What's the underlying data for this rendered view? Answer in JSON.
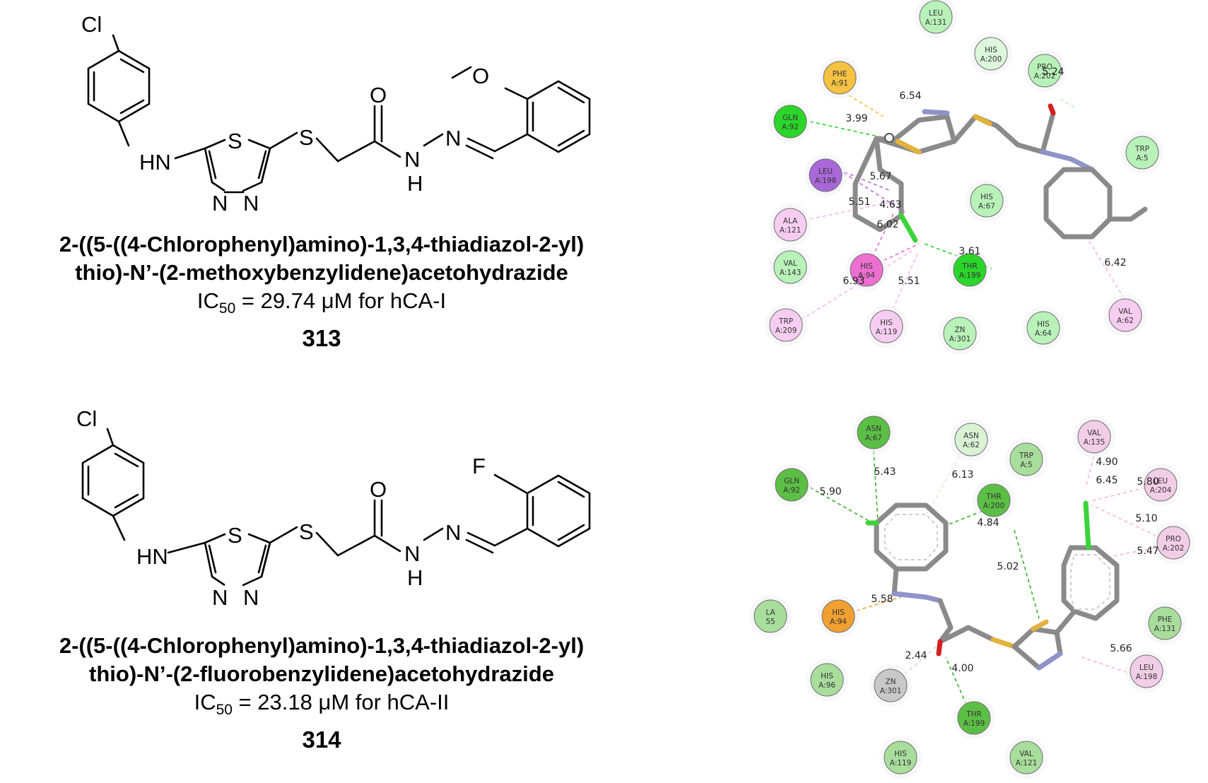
{
  "compounds": [
    {
      "name_line1": "2-((5-((4-Chlorophenyl)amino)-1,3,4-thiadiazol-2-yl)",
      "name_line2": "thio)-N’-(2-methoxybenzylidene)acetohydrazide",
      "ic_prefix": "IC",
      "ic_sub": "50",
      "ic_text": " = 29.74 μM for hCA-I",
      "number": "313",
      "atoms": {
        "cl": "Cl",
        "hn": "HN",
        "s_ring": "S",
        "n1": "N",
        "n2": "N",
        "s_link": "S",
        "o": "O",
        "nh_n": "N",
        "nh_h": "H",
        "n_im": "N",
        "subst": "O"
      }
    },
    {
      "name_line1": "2-((5-((4-Chlorophenyl)amino)-1,3,4-thiadiazol-2-yl)",
      "name_line2": "thio)-N’-(2-fluorobenzylidene)acetohydrazide",
      "ic_prefix": "IC",
      "ic_sub": "50",
      "ic_text": " = 23.18 μM for hCA-II",
      "number": "314",
      "atoms": {
        "cl": "Cl",
        "hn": "HN",
        "s_ring": "S",
        "n1": "N",
        "n2": "N",
        "s_link": "S",
        "o": "O",
        "nh_n": "N",
        "nh_h": "H",
        "n_im": "N",
        "subst": "F"
      }
    }
  ],
  "interaction_diagrams": [
    {
      "residues": [
        {
          "l1": "LEU",
          "l2": "A:131",
          "color": "#b9f2b9"
        },
        {
          "l1": "HIS",
          "l2": "A:200",
          "color": "#dcf7dc"
        },
        {
          "l1": "PRO",
          "l2": "A:202",
          "color": "#b9f2b9"
        },
        {
          "l1": "PHE",
          "l2": "A:91",
          "color": "#f5c242"
        },
        {
          "l1": "GLN",
          "l2": "A:92",
          "color": "#2bd62b"
        },
        {
          "l1": "TRP",
          "l2": "A:5",
          "color": "#b9f2b9"
        },
        {
          "l1": "LEU",
          "l2": "A:198",
          "color": "#a868d8"
        },
        {
          "l1": "HIS",
          "l2": "A:67",
          "color": "#b9f2b9"
        },
        {
          "l1": "ALA",
          "l2": "A:121",
          "color": "#f6cdf1"
        },
        {
          "l1": "VAL",
          "l2": "A:143",
          "color": "#b9f2b9"
        },
        {
          "l1": "HIS",
          "l2": "A:94",
          "color": "#ec6fd1"
        },
        {
          "l1": "THR",
          "l2": "A:199",
          "color": "#2bd62b"
        },
        {
          "l1": "VAL",
          "l2": "A:62",
          "color": "#f6cdf1"
        },
        {
          "l1": "TRP",
          "l2": "A:209",
          "color": "#f6cdf1"
        },
        {
          "l1": "HIS",
          "l2": "A:119",
          "color": "#f6cdf1"
        },
        {
          "l1": "ZN",
          "l2": "A:301",
          "color": "#b9f2b9"
        },
        {
          "l1": "HIS",
          "l2": "A:64",
          "color": "#b9f2b9"
        }
      ],
      "distances": [
        "5.24",
        "6.54",
        "3.99",
        "5.67",
        "5.51",
        "4.63",
        "6.02",
        "3.61",
        "6.42",
        "6.93",
        "5.51"
      ]
    },
    {
      "residues": [
        {
          "l1": "ASN",
          "l2": "A:67",
          "color": "#5cbf45"
        },
        {
          "l1": "ASN",
          "l2": "A:62",
          "color": "#d9f2d4"
        },
        {
          "l1": "TRP",
          "l2": "A:5",
          "color": "#a8dd9c"
        },
        {
          "l1": "VAL",
          "l2": "A:135",
          "color": "#f2cde6"
        },
        {
          "l1": "GLN",
          "l2": "A:92",
          "color": "#5cbf45"
        },
        {
          "l1": "LEU",
          "l2": "A:204",
          "color": "#f2cde6"
        },
        {
          "l1": "THR",
          "l2": "A:200",
          "color": "#5cbf45"
        },
        {
          "l1": "PRO",
          "l2": "A:202",
          "color": "#f2cde6"
        },
        {
          "l1": "LA",
          "l2": "55",
          "color": "#a8dd9c"
        },
        {
          "l1": "HIS",
          "l2": "A:94",
          "color": "#f0a030"
        },
        {
          "l1": "PHE",
          "l2": "A:131",
          "color": "#a8dd9c"
        },
        {
          "l1": "HIS",
          "l2": "A:96",
          "color": "#a8dd9c"
        },
        {
          "l1": "ZN",
          "l2": "A:301",
          "color": "#c8c8c8"
        },
        {
          "l1": "LEU",
          "l2": "A:198",
          "color": "#f2cde6"
        },
        {
          "l1": "THR",
          "l2": "A:199",
          "color": "#5cbf45"
        },
        {
          "l1": "HIS",
          "l2": "A:119",
          "color": "#a8dd9c"
        },
        {
          "l1": "VAL",
          "l2": "A:121",
          "color": "#a8dd9c"
        }
      ],
      "distances": [
        "5.43",
        "6.13",
        "4.90",
        "5.90",
        "6.45",
        "5.80",
        "4.84",
        "5.10",
        "5.47",
        "5.02",
        "5.58",
        "2.44",
        "4.00",
        "5.66"
      ]
    }
  ]
}
